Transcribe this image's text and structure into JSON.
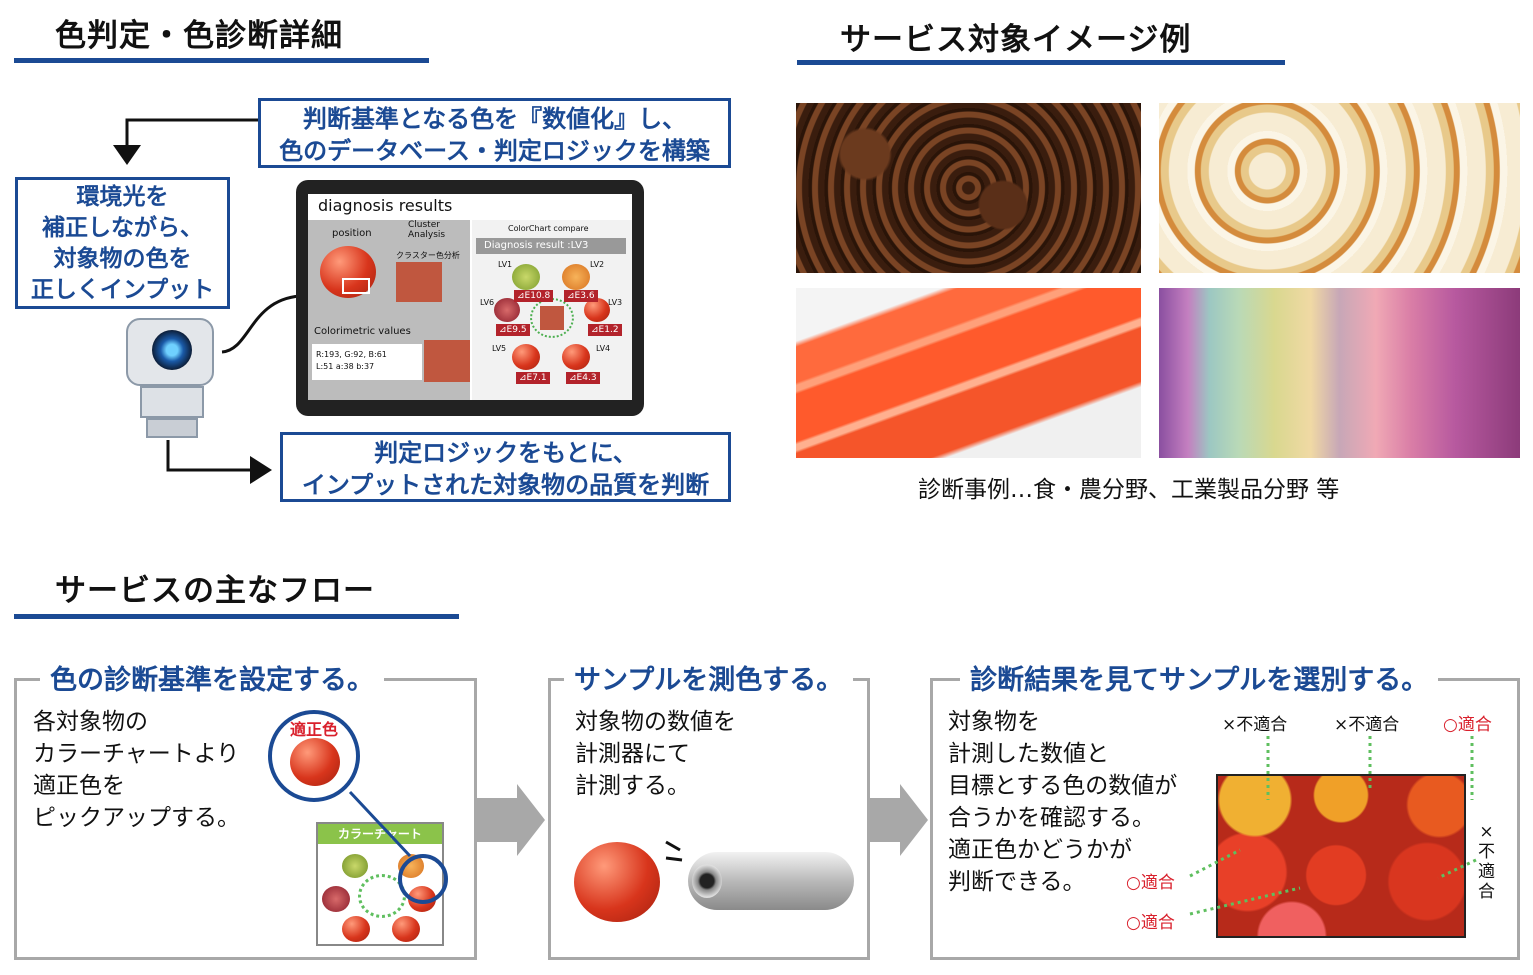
{
  "sections": {
    "detail_title": "色判定・色診断詳細",
    "examples_title": "サービス対象イメージ例",
    "flow_title": "サービスの主なフロー"
  },
  "callouts": {
    "numeric": "判断基準となる色を『数値化』し、\n色のデータベース・判定ロジックを構築",
    "ambient": "環境光を\n補正しながら、\n対象物の色を\n正しくインプット",
    "judge": "判定ロジックをもとに、\nインプットされた対象物の品質を判断"
  },
  "tablet": {
    "title": "diagnosis results",
    "position": "position",
    "cluster": "Cluster\nAnalysis",
    "cluster_jp": "クラスター色分析",
    "colorimetric": "Colorimetric values",
    "values_line1": "R:193, G:92, B:61",
    "values_line2": "L:51   a:38  b:37",
    "compare": "ColorChart compare",
    "result": "Diagnosis result  :LV3",
    "levels": [
      "LV1",
      "LV2",
      "LV3",
      "LV4",
      "LV5",
      "LV6"
    ],
    "deltas": [
      "⊿E10.8",
      "⊿E3.6",
      "⊿E1.2",
      "⊿E4.3",
      "⊿E7.1",
      "⊿E9.5"
    ]
  },
  "examples_caption": "診断事例…食・農分野、工業製品分野 等",
  "flow": {
    "step1": {
      "head": "色の診断基準を設定する。",
      "text": "各対象物の\nカラーチャートより\n適正色を\nピックアップする。",
      "badge": "適正色",
      "chart": "カラーチャート"
    },
    "step2": {
      "head": "サンプルを測色する。",
      "text": "対象物の数値を\n計測器にて\n計測する。"
    },
    "step3": {
      "head": "診断結果を見てサンプルを選別する。",
      "text": "対象物を\n計測した数値と\n目標とする色の数値が\n合うかを確認する。\n適正色かどうかが\n判断できる。",
      "labels": {
        "ng1": "×不適合",
        "ng2": "×不適合",
        "ok1": "○適合",
        "ng3": "×\n不\n適\n合",
        "ok2": "○適合",
        "ok3": "○適合"
      }
    }
  },
  "colors": {
    "accent": "#1b4a94",
    "red": "#d9202c",
    "gray": "#a8a8a8"
  }
}
